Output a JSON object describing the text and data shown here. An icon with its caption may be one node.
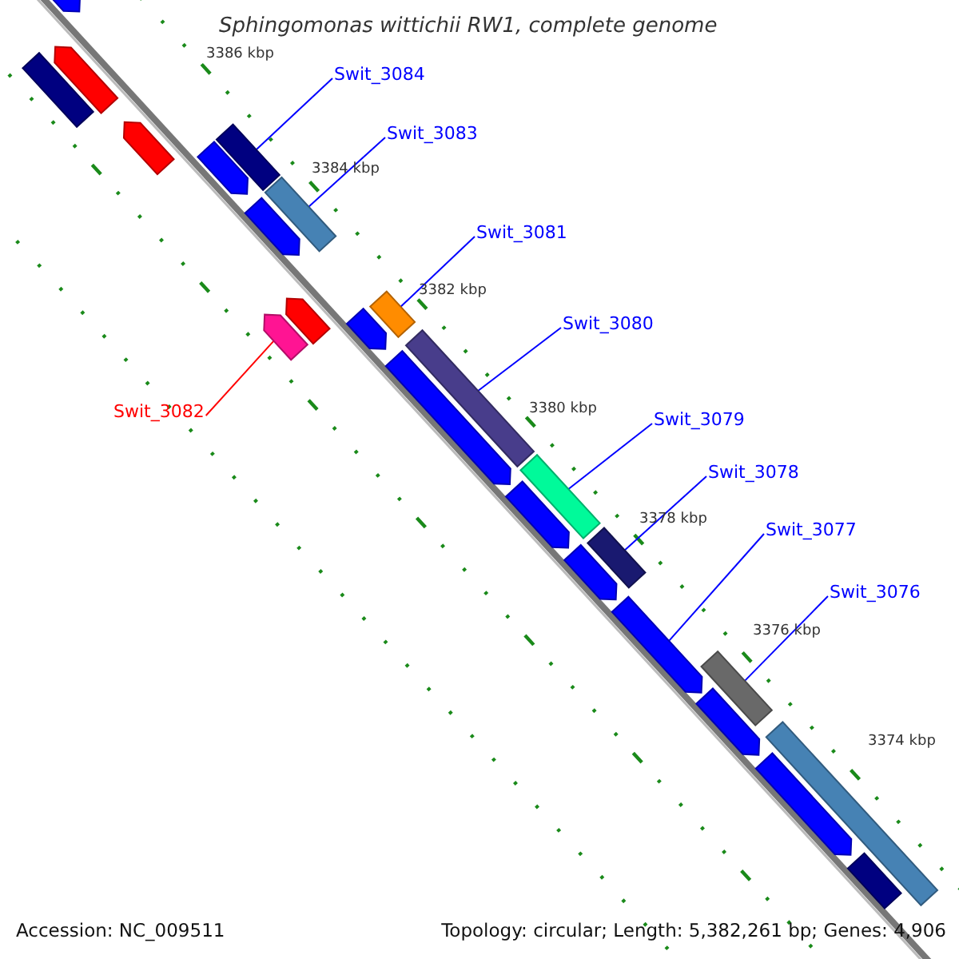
{
  "diagram": {
    "title": "Sphingomonas wittichii RW1, complete genome",
    "nodes": [
      {
        "text": [
          "Swit_3084"
        ]
      },
      {
        "text": [
          "Swit_3083"
        ]
      },
      {
        "text": [
          "Swit_3081"
        ]
      },
      {
        "text": [
          "Swit_3080"
        ]
      },
      {
        "text": [
          "Swit_3082"
        ]
      },
      {
        "text": [
          "Swit_3079"
        ]
      },
      {
        "text": [
          "Swit_3078"
        ]
      },
      {
        "text": [
          "Swit_3077"
        ]
      },
      {
        "text": [
          "Swit_3076"
        ]
      },
      {
        "text": [],
        "shape": "bar"
      },
      {
        "text": [],
        "shape": "bar"
      },
      {
        "text": [],
        "shape": "bar"
      },
      {
        "text": [],
        "shape": "bar"
      },
      {
        "text": [],
        "shape": "bar"
      },
      {
        "text": [],
        "shape": "bar"
      },
      {
        "text": [],
        "shape": "bar"
      },
      {
        "text": [],
        "shape": "bar"
      },
      {
        "text": [],
        "shape": "bar"
      },
      {
        "text": [],
        "shape": "bar"
      },
      {
        "text": [],
        "shape": "bar"
      },
      {
        "text": [],
        "shape": "bar"
      },
      {
        "text": [],
        "shape": "bar"
      },
      {
        "text": [],
        "shape": "bar"
      },
      {
        "text": [],
        "shape": "bar"
      },
      {
        "text": [],
        "shape": "bar"
      },
      {
        "text": [],
        "shape": "bar"
      },
      {
        "text": [],
        "shape": "bar"
      },
      {
        "text": [],
        "shape": "bar"
      },
      {
        "text": [],
        "shape": "bar"
      },
      {
        "text": [],
        "shape": "bar"
      },
      {
        "text": [],
        "shape": "bar"
      },
      {
        "text": [],
        "shape": "bar"
      },
      {
        "text": [],
        "shape": "bar"
      }
    ],
    "edges": [
      {
        "from": 0,
        "to": 14,
        "arrow": "none"
      },
      {
        "from": 1,
        "to": 15,
        "arrow": "none"
      },
      {
        "from": 2,
        "to": 20,
        "arrow": "none"
      },
      {
        "from": 3,
        "to": 21,
        "arrow": "none"
      },
      {
        "from": 4,
        "to": 17,
        "arrow": "none",
        "color": "#ff0000"
      },
      {
        "from": 5,
        "to": 23,
        "arrow": "none"
      },
      {
        "from": 6,
        "to": 26,
        "arrow": "none"
      },
      {
        "from": 7,
        "to": 27,
        "arrow": "none"
      },
      {
        "from": 8,
        "to": 28,
        "arrow": "none"
      }
    ],
    "labels": [
      "3386 kbp",
      "3384 kbp",
      "3382 kbp",
      "3380 kbp",
      "3378 kbp",
      "3376 kbp",
      "3374 kbp",
      "Accession: NC_009511",
      "Topology: circular; Length: 5,382,261 bp; Genes: 4,906"
    ]
  }
}
